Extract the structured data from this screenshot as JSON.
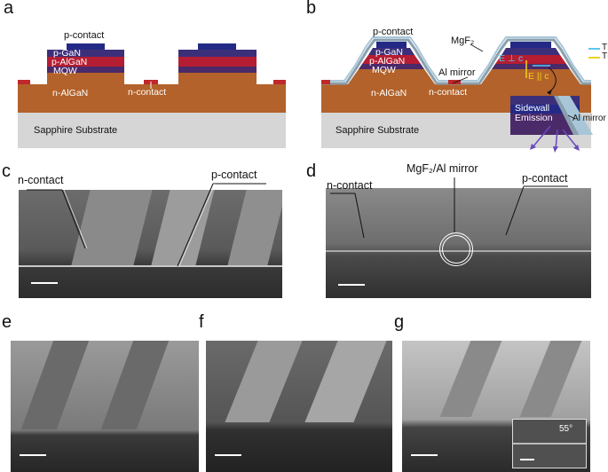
{
  "panels": {
    "a": {
      "letter": "a",
      "labels": {
        "p_contact": "p-contact",
        "p_gan": "p-GaN",
        "p_algan": "p-AlGaN",
        "mqw": "MQW",
        "n_algan": "n-AlGaN",
        "n_contact": "n-contact",
        "substrate": "Sapphire Substrate"
      }
    },
    "b": {
      "letter": "b",
      "labels": {
        "p_contact": "p-contact",
        "p_gan": "p-GaN",
        "p_algan": "p-AlGaN",
        "mqw": "MQW",
        "n_algan": "n-AlGaN",
        "n_contact": "n-contact",
        "substrate": "Sapphire Substrate",
        "mgf2": "MgF₂",
        "al_mirror": "Al mirror",
        "al_mirror_2": "Al mirror",
        "e_perp": "E ⊥ c",
        "e_par": "E || c",
        "sidewall": "Sidewall",
        "emission": "Emission"
      },
      "legend": [
        {
          "label": "TE",
          "color": "#5ac8f0"
        },
        {
          "label": "TM",
          "color": "#f2d21e"
        }
      ]
    },
    "c": {
      "letter": "c",
      "labels": {
        "n_contact": "n-contact",
        "p_contact": "p-contact"
      }
    },
    "d": {
      "letter": "d",
      "labels": {
        "n_contact": "n-contact",
        "mirror": "MgF₂/Al mirror",
        "p_contact": "p-contact"
      }
    },
    "e": {
      "letter": "e"
    },
    "f": {
      "letter": "f"
    },
    "g": {
      "letter": "g",
      "inset_angle": "55°"
    }
  },
  "colors": {
    "substrate": "#d6d6d6",
    "n_algan": "#b2622a",
    "mqw": "#4b2a6a",
    "p_algan": "#b51d32",
    "p_gan": "#3c2f7a",
    "p_contact": "#232a86",
    "n_contact": "#c0282a",
    "mgf2": "#8aa0ae",
    "al_mirror": "#a8c6d8"
  }
}
